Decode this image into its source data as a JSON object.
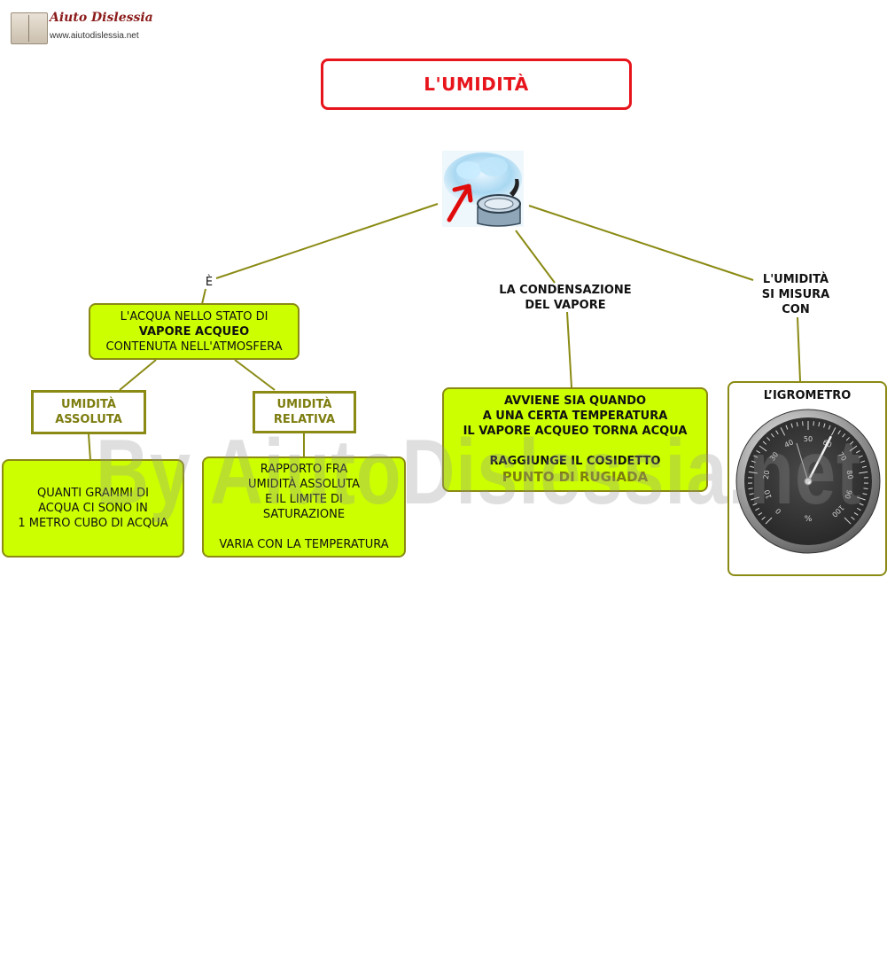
{
  "logo": {
    "name": "Aiuto Dislessia",
    "url": "www.aiutodislessia.net"
  },
  "title": "L'UMIDITÀ",
  "watermark": "By AiutoDislessia.net",
  "icons": {
    "central": "steam-pot-icon",
    "instrument": "hygrometer-icon"
  },
  "links": {
    "e": "È",
    "condensazione": [
      "LA CONDENSAZIONE",
      "DEL VAPORE"
    ],
    "misura": [
      "L'UMIDITÀ",
      "SI MISURA",
      "CON"
    ]
  },
  "definition": {
    "line1": "L'ACQUA NELLO STATO DI",
    "line2": "VAPORE ACQUEO",
    "line3": "CONTENUTA NELL'ATMOSFERA"
  },
  "assoluta": {
    "line1": "UMIDITÀ",
    "line2": "ASSOLUTA"
  },
  "relativa": {
    "line1": "UMIDITÀ",
    "line2": "RELATIVA"
  },
  "assoluta_desc": [
    "QUANTI GRAMMI DI",
    "ACQUA CI SONO IN",
    "1 METRO CUBO DI ACQUA"
  ],
  "relativa_desc": {
    "lines": [
      "RAPPORTO FRA",
      "UMIDITÀ ASSOLUTA",
      "E IL LIMITE DI",
      "SATURAZIONE"
    ],
    "extra": "VARIA CON LA TEMPERATURA"
  },
  "condensazione_desc": {
    "lines": [
      "AVVIENE SIA QUANDO",
      "A UNA CERTA TEMPERATURA",
      "IL VAPORE ACQUEO TORNA  ACQUA"
    ],
    "line4": "RAGGIUNGE IL COSIDETTO",
    "highlight": "PUNTO DI RUGIADA"
  },
  "igrometro": {
    "title": "L’IGROMETRO",
    "dial_labels": [
      "0",
      "10",
      "20",
      "30",
      "40",
      "50",
      "60",
      "70",
      "80",
      "90",
      "100"
    ],
    "unit": "%",
    "needle_value": 60
  },
  "colors": {
    "title_red": "#e8141c",
    "node_green": "#ccff00",
    "olive": "#8a8a14"
  }
}
